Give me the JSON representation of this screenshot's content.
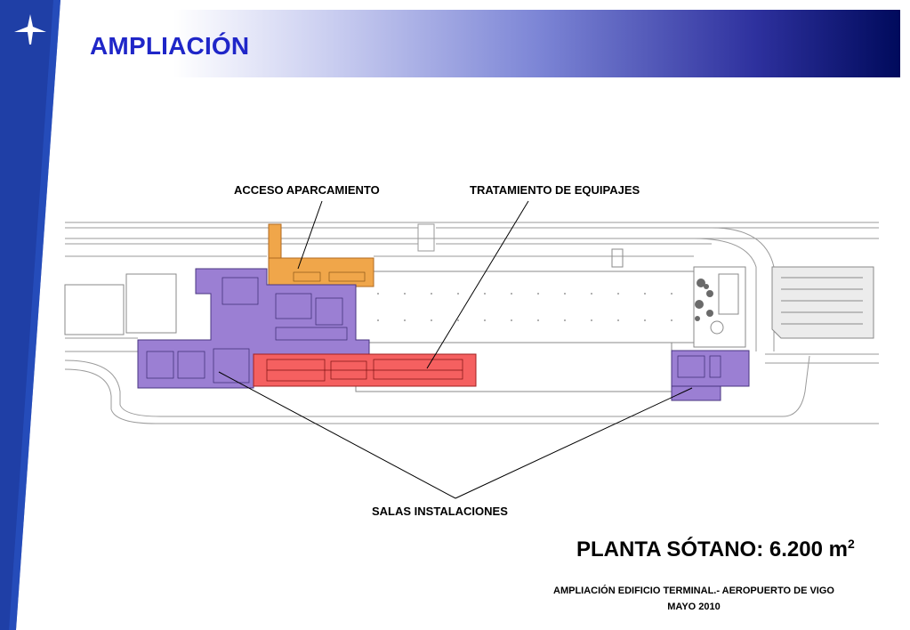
{
  "header": {
    "title": "AMPLIACIÓN",
    "logo_icon": "airplane-icon"
  },
  "callouts": {
    "parking_access": "ACCESO APARCAMIENTO",
    "baggage_treatment": "TRATAMIENTO DE EQUIPAJES",
    "installation_rooms": "SALAS INSTALACIONES"
  },
  "area": {
    "label": "PLANTA SÓTANO: 6.200 m",
    "unit_exponent": "2"
  },
  "footer": {
    "line1": "AMPLIACIÓN EDIFICIO TERMINAL.- AEROPUERTO DE VIGO",
    "line2": "MAYO 2010"
  },
  "colors": {
    "sidebar_blue": "#1f3fa6",
    "title_blue": "#1f26c8",
    "zone_orange": "#f0a64a",
    "zone_red": "#f56060",
    "zone_purple": "#9b7fd3"
  }
}
